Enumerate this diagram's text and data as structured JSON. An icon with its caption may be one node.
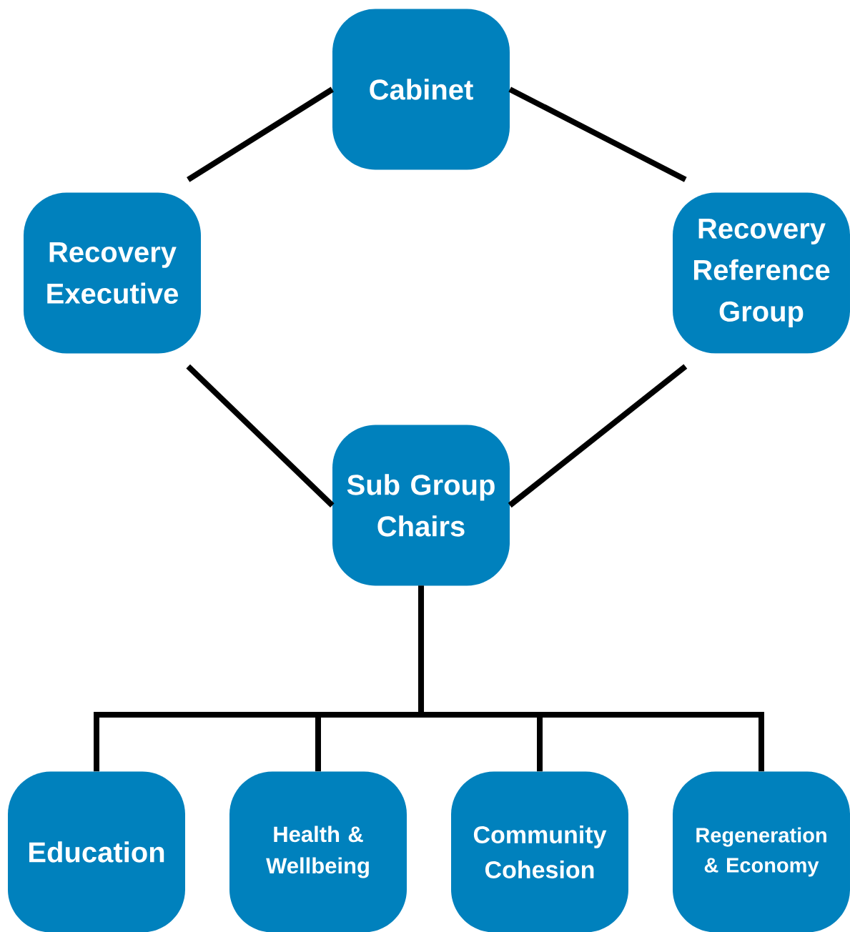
{
  "diagram": {
    "nodes": [
      {
        "text": [
          "Cabinet"
        ]
      },
      {
        "text": [
          "Recovery Executive"
        ]
      },
      {
        "text": [
          "Recovery Reference Group"
        ]
      },
      {
        "text": [
          "Sub Group Chairs"
        ]
      },
      {
        "text": [
          "Education"
        ]
      },
      {
        "text": [
          "Health & Wellbeing"
        ]
      },
      {
        "text": [
          "Community Cohesion"
        ]
      },
      {
        "text": [
          "Regeneration & Economy"
        ]
      }
    ],
    "edges": [
      {
        "from": 0,
        "to": 1,
        "arrow": "none"
      },
      {
        "from": 0,
        "to": 2,
        "arrow": "none"
      },
      {
        "from": 1,
        "to": 3,
        "arrow": "none"
      },
      {
        "from": 2,
        "to": 3,
        "arrow": "none"
      },
      {
        "from": 3,
        "to": 4,
        "arrow": "none"
      },
      {
        "from": 3,
        "to": 5,
        "arrow": "none"
      },
      {
        "from": 3,
        "to": 6,
        "arrow": "none"
      },
      {
        "from": 3,
        "to": 7,
        "arrow": "none"
      }
    ]
  }
}
